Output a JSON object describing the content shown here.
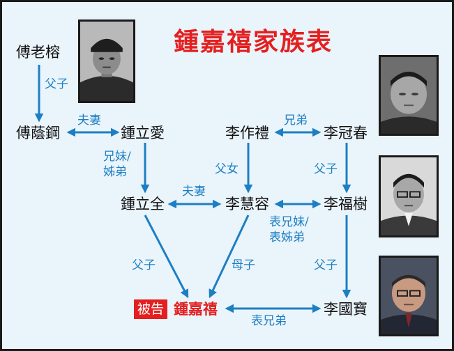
{
  "title": "鍾嘉禧家族表",
  "colors": {
    "title": "#e41f1f",
    "arrow": "#1c7fc3",
    "relation_text": "#1c7fc3",
    "badge_bg": "#e41f1f"
  },
  "people": {
    "fu_laorong": "傅老榕",
    "fu_yingang": "傅蔭鋼",
    "zhong_liai": "鍾立愛",
    "li_zuoli": "李作禮",
    "li_guanchun": "李冠春",
    "zhong_liquan": "鍾立全",
    "li_huirong": "李慧容",
    "li_fushu": "李福樹",
    "zhong_jiaxi": "鍾嘉禧",
    "li_guobao": "李國寶"
  },
  "defendant_label": "被告",
  "relations": {
    "fu_father_son": "父子",
    "husband_wife_top": "夫妻",
    "brothers": "兄弟",
    "siblings_line1": "兄妹/",
    "siblings_line2": "姊弟",
    "father_daughter": "父女",
    "li_father_son_top": "父子",
    "husband_wife_mid": "夫妻",
    "cousins_line1": "表兄妹/",
    "cousins_line2": "表姊弟",
    "zhong_father_son": "父子",
    "mother_son": "母子",
    "li_father_son_bottom": "父子",
    "cousins_bottom": "表兄弟"
  },
  "photos": [
    "portrait-fu-laorong",
    "portrait-li-guanchun",
    "portrait-li-fushu",
    "portrait-li-guobao"
  ]
}
